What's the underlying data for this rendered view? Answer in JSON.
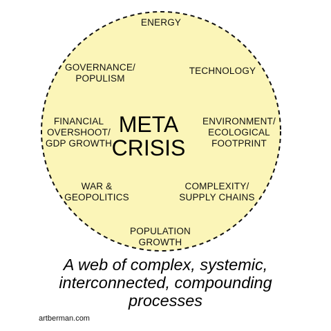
{
  "diagram": {
    "fill_color": "#fbf5b8",
    "border_color": "#111111",
    "border_style": "dashed",
    "center": {
      "line1": "META",
      "line2": "CRISIS"
    },
    "labels": {
      "energy": {
        "line1": "ENERGY"
      },
      "technology": {
        "line1": "TECHNOLOGY"
      },
      "environment": {
        "line1": "ENVIRONMENT/",
        "line2": "ECOLOGICAL",
        "line3": "FOOTPRINT"
      },
      "complexity": {
        "line1": "COMPLEXITY/",
        "line2": "SUPPLY CHAINS"
      },
      "population": {
        "line1": "POPULATION",
        "line2": "GROWTH"
      },
      "war": {
        "line1": "WAR &",
        "line2": "GEOPOLITICS"
      },
      "financial": {
        "line1": "FINANCIAL",
        "line2": "OVERSHOOT/",
        "line3": "GDP GROWTH"
      },
      "governance": {
        "line1": "GOVERNANCE/",
        "line2": "POPULISM"
      }
    }
  },
  "caption": {
    "line1": "A web of complex, systemic,",
    "line2": "interconnected, compounding",
    "line3": "processes"
  },
  "credit": "artberman.com"
}
